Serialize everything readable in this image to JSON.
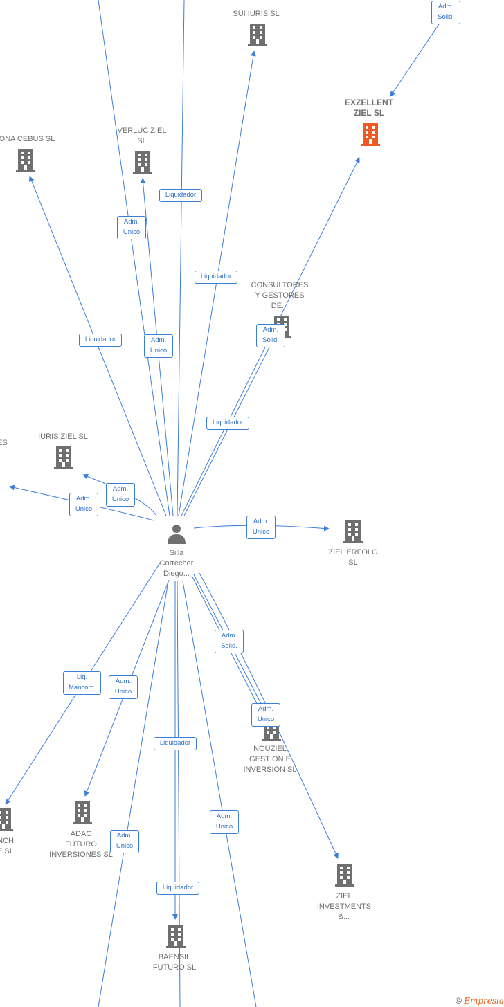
{
  "colors": {
    "edge": "#3b7dd8",
    "building": "#6f6f6f",
    "highlight": "#ef5a24",
    "person": "#6f6f6f"
  },
  "nodes": {
    "center": {
      "name": "Silla\nCorrecher\nDiego...",
      "icon": "person-icon"
    },
    "sui_iuris": {
      "name": "SUI IURIS SL",
      "icon": "building-icon"
    },
    "exzellent": {
      "name": "EXZELLENT\nZIEL  SL",
      "icon": "building-icon"
    },
    "ona_cebus": {
      "name": "ONA CEBUS SL",
      "icon": "building-icon"
    },
    "verluc": {
      "name": "VERLUC ZIEL\nSL",
      "icon": "building-icon"
    },
    "consultores": {
      "name": "CONSULTORES\nY GESTORES\nDE...",
      "icon": "building-icon"
    },
    "iuris_ziel": {
      "name": "IURIS ZIEL  SL",
      "icon": "building-icon"
    },
    "es_left": {
      "name": "ES\nL",
      "icon": "building-icon"
    },
    "ziel_erfolg": {
      "name": "ZIEL ERFOLG\nSL",
      "icon": "building-icon"
    },
    "nouziel": {
      "name": "NOUZIEL\nGESTION E\nINVERSION  SL",
      "icon": "building-icon"
    },
    "ziel_investments": {
      "name": "ZIEL\nINVESTMENTS\n&...",
      "icon": "building-icon"
    },
    "adac": {
      "name": "ADAC\nFUTURO\nINVERSIONES SL",
      "icon": "building-icon"
    },
    "nch": {
      "name": "NCH\nE SL",
      "icon": "building-icon"
    },
    "baensil": {
      "name": "BAENSIL\nFUTURO SL",
      "icon": "building-icon"
    }
  },
  "edge_labels": {
    "adm_solid_top": "Adm.\nSolid.",
    "liquidador_1": "Liquidador",
    "adm_unico_1": "Adm.\nUnico",
    "liquidador_2": "Liquidador",
    "liquidador_3": "Liquidador",
    "adm_unico_2": "Adm.\nUnico",
    "adm_solid_cons": "Adm.\nSolid.",
    "liquidador_4": "Liquidador",
    "adm_unico_iuris": "Adm.\nUnico",
    "adm_unico_es": "Adm.\nUnico",
    "adm_unico_erfolg": "Adm.\nUnico",
    "adm_solid_nou": "Adm.\nSolid.",
    "adm_unico_nou": "Adm.\nUnico",
    "liq_mancom": "Liq.\nMancom.",
    "adm_unico_adac": "Adm.\nUnico",
    "liquidador_5": "Liquidador",
    "adm_unico_low": "Adm.\nUnico",
    "adm_unico_right": "Adm.\nUnico",
    "liquidador_6": "Liquidador"
  },
  "footer": {
    "copyright": "©",
    "brand": "Empresia"
  }
}
